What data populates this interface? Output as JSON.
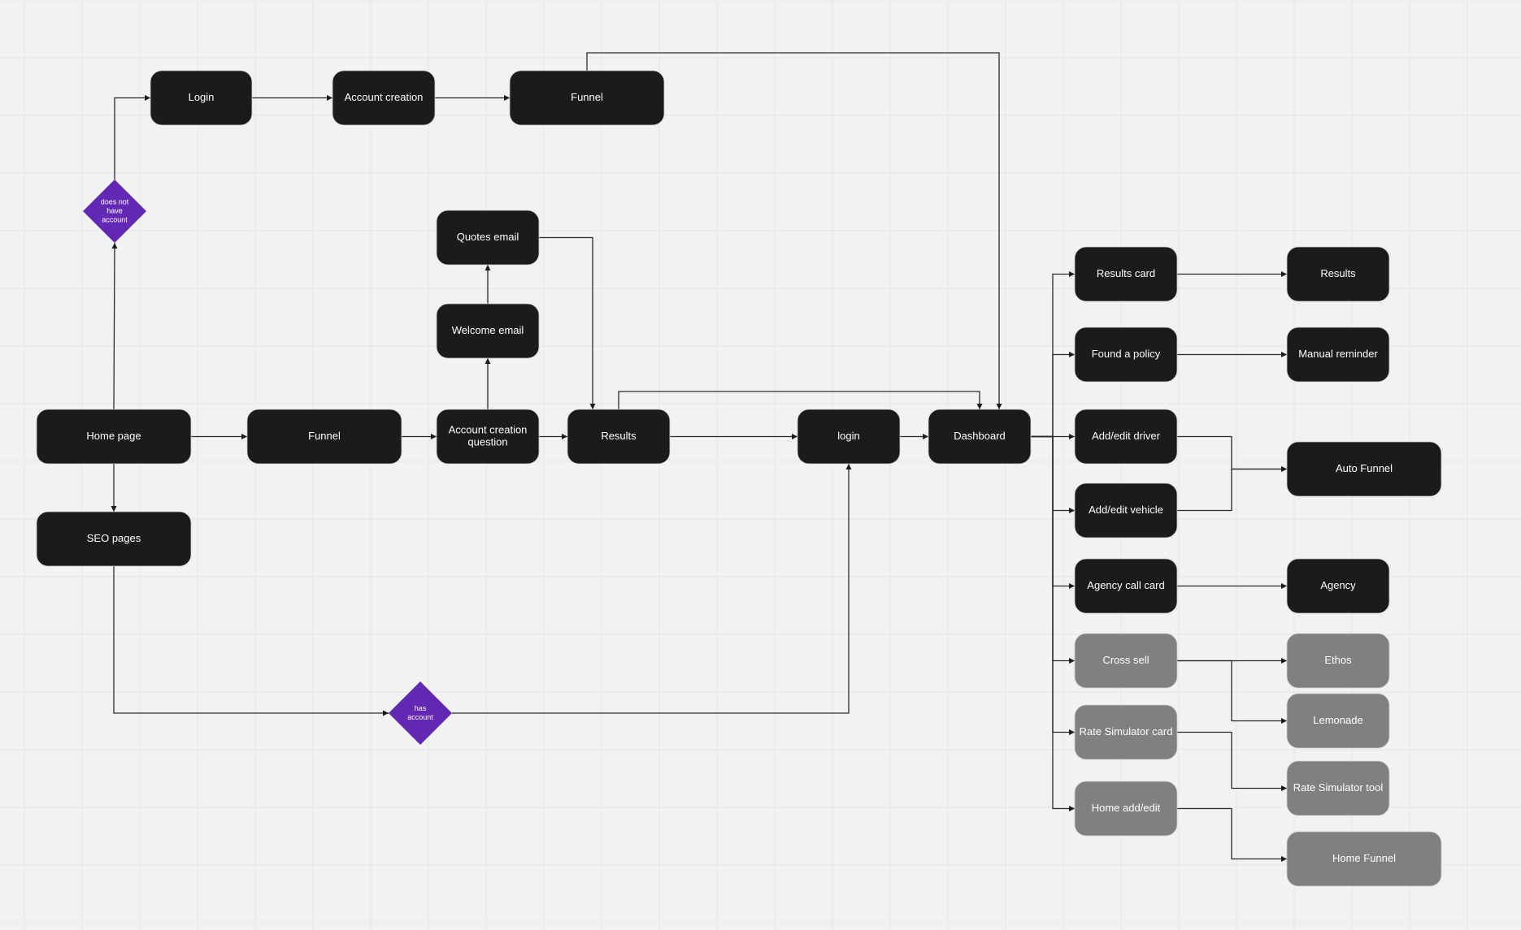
{
  "canvas": {
    "background": "#f2f2f2",
    "grid_color": "#e6e6e6",
    "colors": {
      "node_dark": "#1b1b1b",
      "node_muted": "#808080",
      "decision": "#6329b5",
      "edge": "#2a2a2a"
    }
  },
  "nodes": [
    {
      "id": "login-top",
      "label": "Login",
      "style": "dark"
    },
    {
      "id": "account-creation",
      "label": "Account creation",
      "style": "dark"
    },
    {
      "id": "funnel-top",
      "label": "Funnel",
      "style": "dark"
    },
    {
      "id": "quotes-email",
      "label": "Quotes email",
      "style": "dark"
    },
    {
      "id": "welcome-email",
      "label": "Welcome email",
      "style": "dark"
    },
    {
      "id": "home-page",
      "label": "Home page",
      "style": "dark"
    },
    {
      "id": "funnel-main",
      "label": "Funnel",
      "style": "dark"
    },
    {
      "id": "account-creation-question",
      "label": "Account creation question",
      "lines": [
        "Account creation",
        "question"
      ],
      "style": "dark"
    },
    {
      "id": "results-main",
      "label": "Results",
      "style": "dark"
    },
    {
      "id": "login-main",
      "label": "login",
      "style": "dark"
    },
    {
      "id": "dashboard",
      "label": "Dashboard",
      "style": "dark"
    },
    {
      "id": "seo-pages",
      "label": "SEO pages",
      "style": "dark"
    },
    {
      "id": "results-card",
      "label": "Results card",
      "style": "dark"
    },
    {
      "id": "found-a-policy",
      "label": "Found a policy",
      "style": "dark"
    },
    {
      "id": "add-edit-driver",
      "label": "Add/edit driver",
      "style": "dark"
    },
    {
      "id": "add-edit-vehicle",
      "label": "Add/edit vehicle",
      "style": "dark"
    },
    {
      "id": "agency-call-card",
      "label": "Agency call card",
      "style": "dark"
    },
    {
      "id": "cross-sell",
      "label": "Cross sell",
      "style": "muted"
    },
    {
      "id": "rate-simulator-card",
      "label": "Rate Simulator card",
      "style": "muted"
    },
    {
      "id": "home-add-edit",
      "label": "Home add/edit",
      "style": "muted"
    },
    {
      "id": "results-final",
      "label": "Results",
      "style": "dark"
    },
    {
      "id": "manual-reminder",
      "label": "Manual reminder",
      "style": "dark"
    },
    {
      "id": "auto-funnel",
      "label": "Auto Funnel",
      "style": "dark"
    },
    {
      "id": "agency",
      "label": "Agency",
      "style": "dark"
    },
    {
      "id": "ethos",
      "label": "Ethos",
      "style": "muted"
    },
    {
      "id": "lemonade",
      "label": "Lemonade",
      "style": "muted"
    },
    {
      "id": "rate-simulator-tool",
      "label": "Rate Simulator tool",
      "style": "muted"
    },
    {
      "id": "home-funnel",
      "label": "Home Funnel",
      "style": "muted"
    }
  ],
  "decisions": [
    {
      "id": "no-account",
      "label": "does not have account",
      "lines": [
        "does not",
        "have",
        "account"
      ]
    },
    {
      "id": "has-account",
      "label": "has account",
      "lines": [
        "has",
        "account"
      ]
    }
  ],
  "edges": [
    {
      "from": "home-page",
      "to": "no-account"
    },
    {
      "from": "no-account",
      "to": "login-top"
    },
    {
      "from": "login-top",
      "to": "account-creation"
    },
    {
      "from": "account-creation",
      "to": "funnel-top"
    },
    {
      "from": "funnel-top",
      "to": "dashboard"
    },
    {
      "from": "home-page",
      "to": "funnel-main"
    },
    {
      "from": "funnel-main",
      "to": "account-creation-question"
    },
    {
      "from": "account-creation-question",
      "to": "welcome-email"
    },
    {
      "from": "welcome-email",
      "to": "quotes-email"
    },
    {
      "from": "quotes-email",
      "to": "results-main"
    },
    {
      "from": "account-creation-question",
      "to": "results-main"
    },
    {
      "from": "results-main",
      "to": "login-main"
    },
    {
      "from": "results-main",
      "to": "dashboard"
    },
    {
      "from": "login-main",
      "to": "dashboard"
    },
    {
      "from": "home-page",
      "to": "seo-pages"
    },
    {
      "from": "seo-pages",
      "to": "has-account"
    },
    {
      "from": "has-account",
      "to": "login-main"
    },
    {
      "from": "dashboard",
      "to": "results-card"
    },
    {
      "from": "dashboard",
      "to": "found-a-policy"
    },
    {
      "from": "dashboard",
      "to": "add-edit-driver"
    },
    {
      "from": "dashboard",
      "to": "add-edit-vehicle"
    },
    {
      "from": "dashboard",
      "to": "agency-call-card"
    },
    {
      "from": "dashboard",
      "to": "cross-sell"
    },
    {
      "from": "dashboard",
      "to": "rate-simulator-card"
    },
    {
      "from": "dashboard",
      "to": "home-add-edit"
    },
    {
      "from": "results-card",
      "to": "results-final"
    },
    {
      "from": "found-a-policy",
      "to": "manual-reminder"
    },
    {
      "from": "add-edit-driver",
      "to": "auto-funnel"
    },
    {
      "from": "add-edit-vehicle",
      "to": "auto-funnel"
    },
    {
      "from": "agency-call-card",
      "to": "agency"
    },
    {
      "from": "cross-sell",
      "to": "ethos"
    },
    {
      "from": "cross-sell",
      "to": "lemonade"
    },
    {
      "from": "rate-simulator-card",
      "to": "rate-simulator-tool"
    },
    {
      "from": "home-add-edit",
      "to": "home-funnel"
    }
  ]
}
